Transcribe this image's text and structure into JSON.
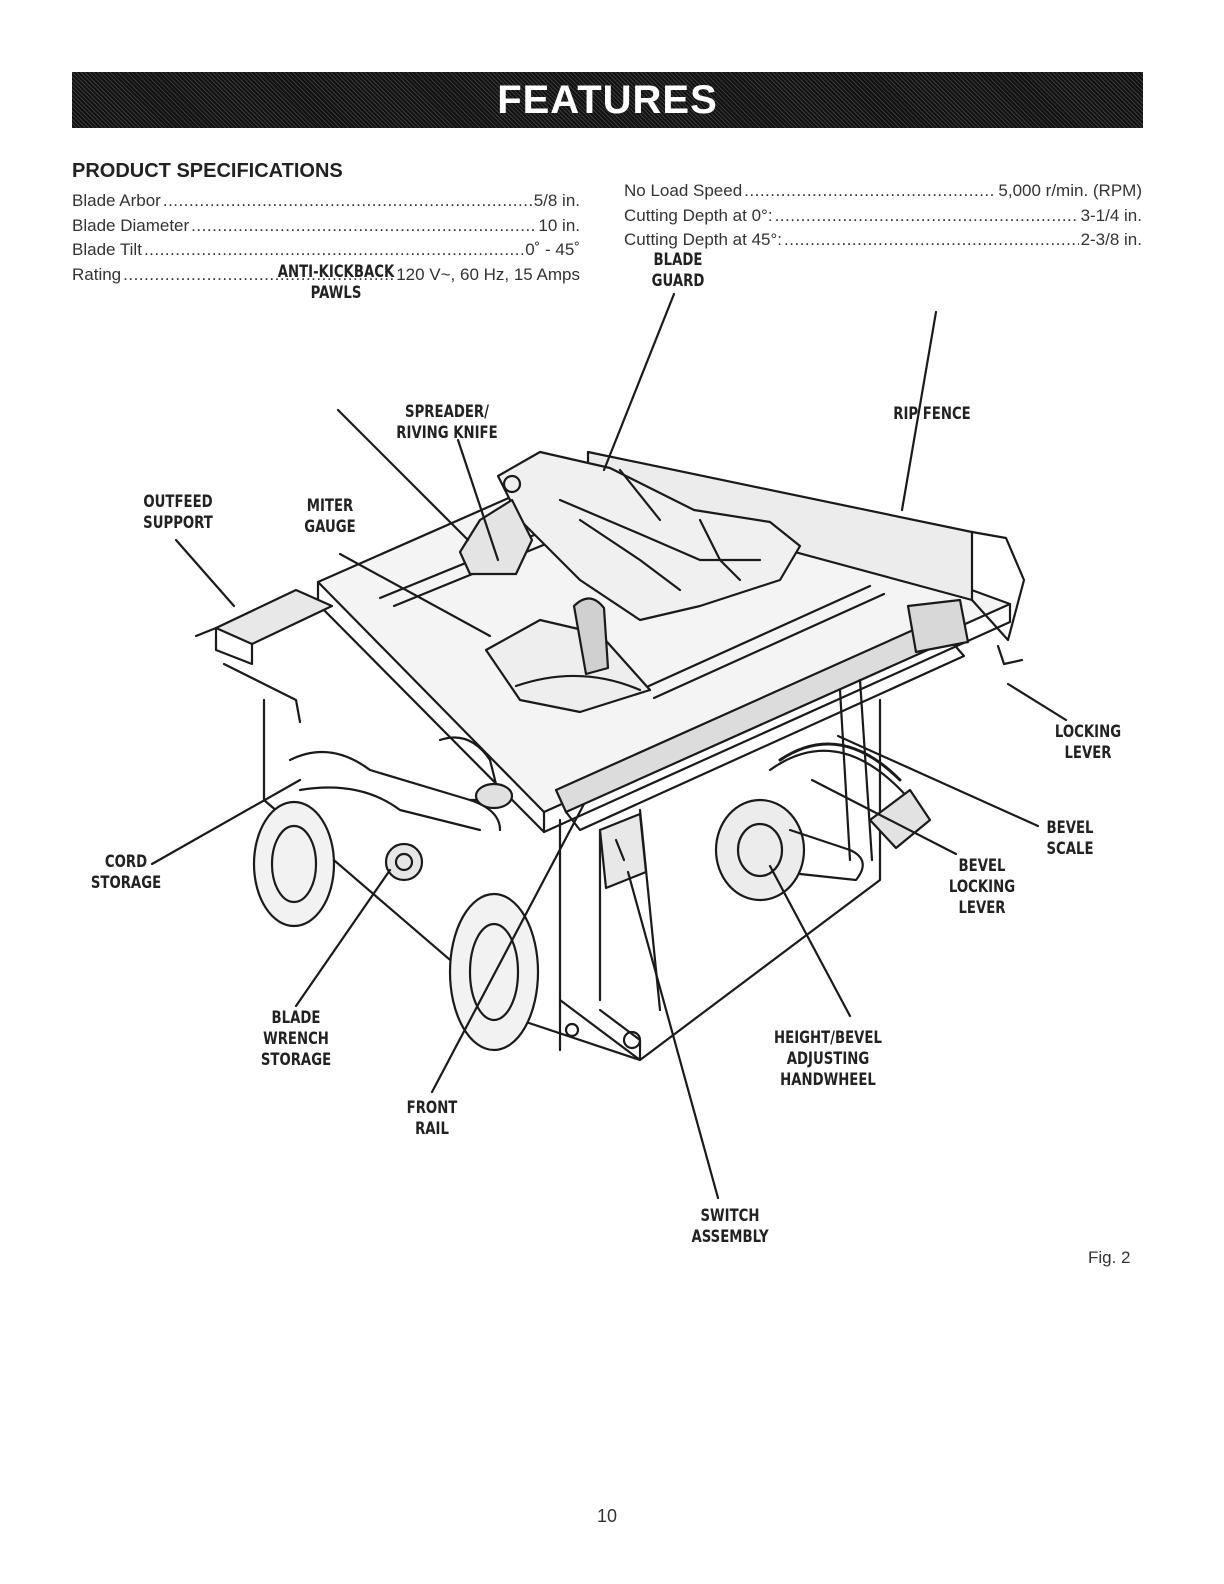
{
  "header": {
    "title": "FEATURES"
  },
  "specifications": {
    "heading": "PRODUCT SPECIFICATIONS",
    "left": [
      {
        "label": "Blade Arbor",
        "value": "5/8 in."
      },
      {
        "label": "Blade Diameter",
        "value": "10 in."
      },
      {
        "label": "Blade Tilt",
        "value": "0˚ - 45˚"
      },
      {
        "label": "Rating",
        "value": "120 V~, 60 Hz, 15 Amps"
      }
    ],
    "right": [
      {
        "label": "No Load Speed",
        "value": "5,000 r/min. (RPM)"
      },
      {
        "label": "Cutting Depth at 0°:",
        "value": "3-1/4 in."
      },
      {
        "label": "Cutting Depth at 45°:",
        "value": "2-3/8 in."
      }
    ]
  },
  "callouts": {
    "blade_guard": "BLADE\nGUARD",
    "anti_kickback_pawls": "ANTI-KICKBACK\nPAWLS",
    "spreader_riving_knife": "SPREADER/\nRIVING KNIFE",
    "rip_fence": "RIP FENCE",
    "outfeed_support": "OUTFEED\nSUPPORT",
    "miter_gauge": "MITER\nGAUGE",
    "locking_lever": "LOCKING\nLEVER",
    "bevel_scale": "BEVEL\nSCALE",
    "bevel_locking_lever": "BEVEL\nLOCKING\nLEVER",
    "cord_storage": "CORD\nSTORAGE",
    "blade_wrench_storage": "BLADE\nWRENCH\nSTORAGE",
    "height_bevel_adjusting_handwheel": "HEIGHT/BEVEL\nADJUSTING\nHANDWHEEL",
    "front_rail": "FRONT\nRAIL",
    "switch_assembly": "SWITCH\nASSEMBLY"
  },
  "figure_label": "Fig. 2",
  "page_number": "10"
}
